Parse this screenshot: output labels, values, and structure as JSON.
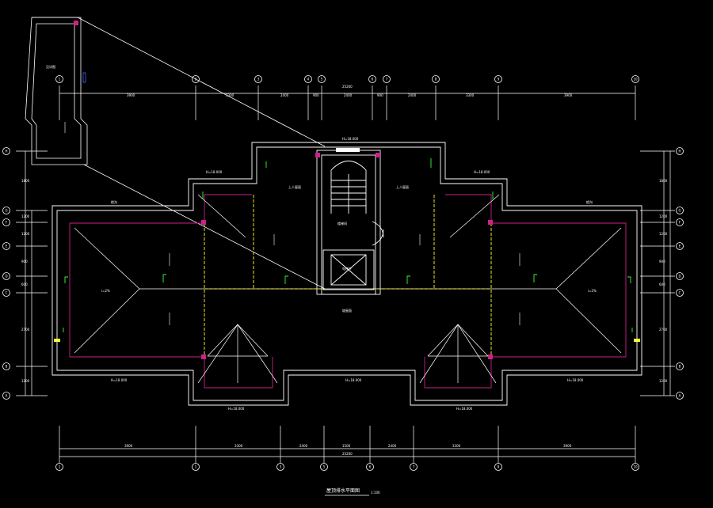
{
  "drawing": {
    "title": "屋顶排水平面图",
    "scale": "1:100",
    "colors": {
      "background": "#000000",
      "lines": "#ffffff",
      "walls": "#ffffff",
      "gutter": "#cc2288",
      "drain_path": "#ffff33",
      "downpipe": "#33ff33",
      "grid_axis": "#ffffff"
    }
  },
  "axes": {
    "top": [
      "1",
      "2",
      "3",
      "4",
      "5",
      "6",
      "7",
      "8",
      "9",
      "10"
    ],
    "bottom": [
      "1",
      "3",
      "5",
      "6",
      "7",
      "8",
      "9",
      "10"
    ],
    "left": [
      "H",
      "G",
      "F",
      "E",
      "D",
      "C",
      "B",
      "A"
    ],
    "right": [
      "H",
      "G",
      "F",
      "E",
      "D",
      "C",
      "B",
      "A"
    ]
  },
  "dimensions": {
    "top_segments": [
      "3900",
      "3300",
      "2400",
      "900",
      "2400",
      "900",
      "2400",
      "3300",
      "3900"
    ],
    "top_total": "25200",
    "bottom_segments": [
      "3900",
      "3300",
      "2400",
      "1500",
      "2400",
      "3300",
      "3900"
    ],
    "bottom_total": "25200",
    "left_segments": [
      "1800",
      "1200",
      "1200",
      "900",
      "600",
      "2700",
      "1200"
    ],
    "right_segments": [
      "1800",
      "1200",
      "1200",
      "900",
      "600",
      "2700",
      "1200"
    ]
  },
  "labels": {
    "slope_1": "i=2%",
    "slope_2": "i=2%",
    "gutter_left": "檐沟",
    "gutter_right": "檐沟",
    "stair": "楼梯间",
    "elevator": "电梯井",
    "roof_tag_left": "上人屋面",
    "roof_tag_right": "上人屋面",
    "detail_callout": "见详图",
    "center_note": "坡屋面",
    "elev_left": "H=18.000",
    "elev_right": "H=18.000"
  }
}
